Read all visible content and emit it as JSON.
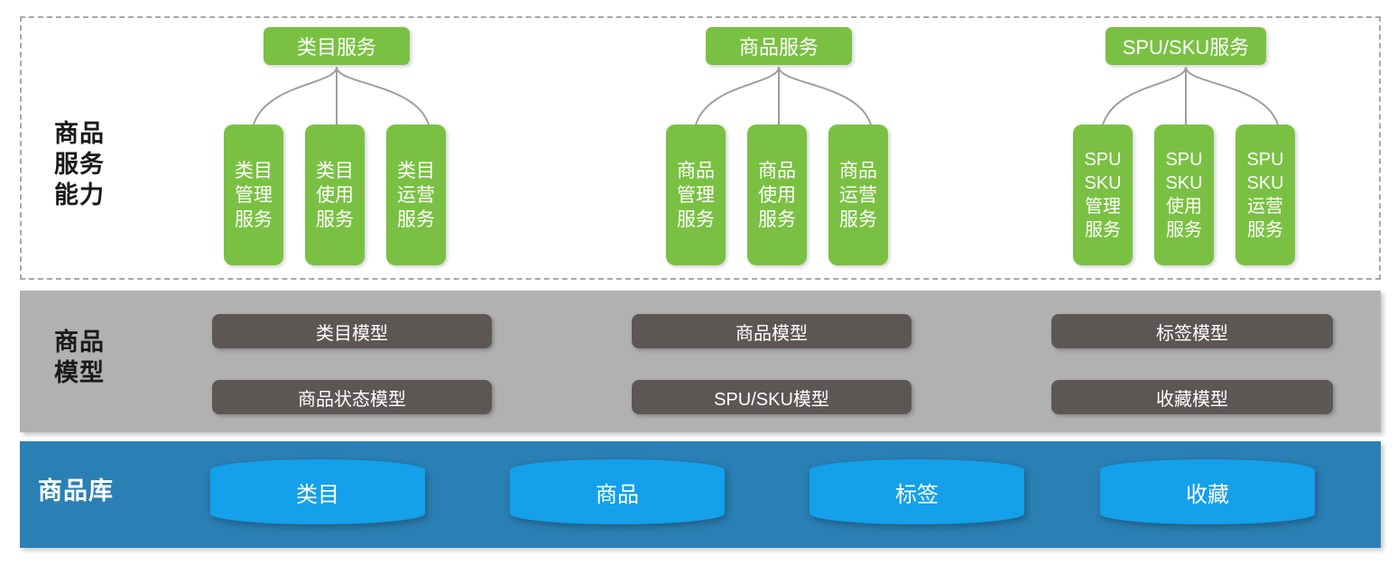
{
  "bands": {
    "services": {
      "label": "商品\n服务\n能力",
      "groups": [
        {
          "id": "category",
          "head": "类目服务",
          "cards": [
            "类目\n管理\n服务",
            "类目\n使用\n服务",
            "类目\n运营\n服务"
          ]
        },
        {
          "id": "product",
          "head": "商品服务",
          "cards": [
            "商品\n管理\n服务",
            "商品\n使用\n服务",
            "商品\n运营\n服务"
          ]
        },
        {
          "id": "spusku",
          "head": "SPU/SKU服务",
          "cards": [
            "SPU\nSKU\n管理\n服务",
            "SPU\nSKU\n使用\n服务",
            "SPU\nSKU\n运营\n服务"
          ]
        }
      ]
    },
    "models": {
      "label": "商品\n模型",
      "pills": [
        {
          "col": 1,
          "row": 1,
          "label": "类目模型"
        },
        {
          "col": 1,
          "row": 2,
          "label": "商品状态模型"
        },
        {
          "col": 2,
          "row": 1,
          "label": "商品模型"
        },
        {
          "col": 2,
          "row": 2,
          "label": "SPU/SKU模型"
        },
        {
          "col": 3,
          "row": 1,
          "label": "标签模型"
        },
        {
          "col": 3,
          "row": 2,
          "label": "收藏模型"
        }
      ]
    },
    "repository": {
      "label": "商品库",
      "cylinders": [
        "类目",
        "商品",
        "标签",
        "收藏"
      ]
    }
  },
  "colors": {
    "service_green": "#7ac143",
    "model_band_gray": "#b1b1b1",
    "model_pill_dark": "#5c5755",
    "repo_band_blue": "#2a7fb4",
    "cylinder_blue": "#14a0ea",
    "dashed_border": "#a8a8a8",
    "connector_line": "#9e9e9e"
  }
}
